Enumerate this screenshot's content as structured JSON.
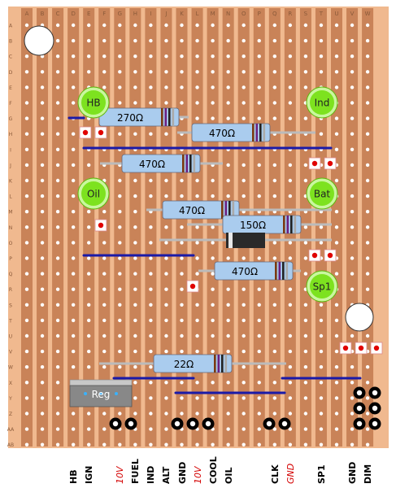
{
  "board": {
    "strip_color": "#c98358",
    "gap_color": "#f0b98f",
    "hole_color": "#ffffff",
    "wire_color": "#1a1aa8",
    "led_color": "#7de21f",
    "resistor_color": "#aaccee",
    "column_letters": [
      "A",
      "B",
      "C",
      "D",
      "E",
      "F",
      "G",
      "H",
      "I",
      "J",
      "K",
      "L",
      "M",
      "N",
      "O",
      "P",
      "Q",
      "R",
      "S",
      "T",
      "U",
      "V",
      "W"
    ],
    "row_letters": [
      "A",
      "B",
      "C",
      "D",
      "E",
      "F",
      "G",
      "H",
      "I",
      "J",
      "K",
      "L",
      "M",
      "N",
      "O",
      "P",
      "Q",
      "R",
      "S",
      "T",
      "U",
      "V",
      "W",
      "X",
      "Y",
      "Z",
      "AA",
      "AB"
    ]
  },
  "leds": [
    {
      "label": "HB"
    },
    {
      "label": "Ind"
    },
    {
      "label": "Oil"
    },
    {
      "label": "Bat"
    },
    {
      "label": "Sp1"
    }
  ],
  "resistors": [
    {
      "label": "270Ω"
    },
    {
      "label": "470Ω"
    },
    {
      "label": "470Ω"
    },
    {
      "label": "470Ω"
    },
    {
      "label": "150Ω"
    },
    {
      "label": "470Ω"
    },
    {
      "label": "22Ω"
    }
  ],
  "regulator": {
    "label": "Reg"
  },
  "bottom_labels": [
    {
      "text": "HB",
      "red": false
    },
    {
      "text": "IGN",
      "red": false
    },
    {
      "text": "10V",
      "red": true
    },
    {
      "text": "FUEL",
      "red": false
    },
    {
      "text": "IND",
      "red": false
    },
    {
      "text": "ALT",
      "red": false
    },
    {
      "text": "GND",
      "red": false
    },
    {
      "text": "10V",
      "red": true
    },
    {
      "text": "COOL",
      "red": false
    },
    {
      "text": "OIL",
      "red": false
    },
    {
      "text": "CLK",
      "red": false
    },
    {
      "text": "GND",
      "red": true
    },
    {
      "text": "SP1",
      "red": false
    },
    {
      "text": "GND",
      "red": false
    },
    {
      "text": "DIM",
      "red": false
    }
  ]
}
